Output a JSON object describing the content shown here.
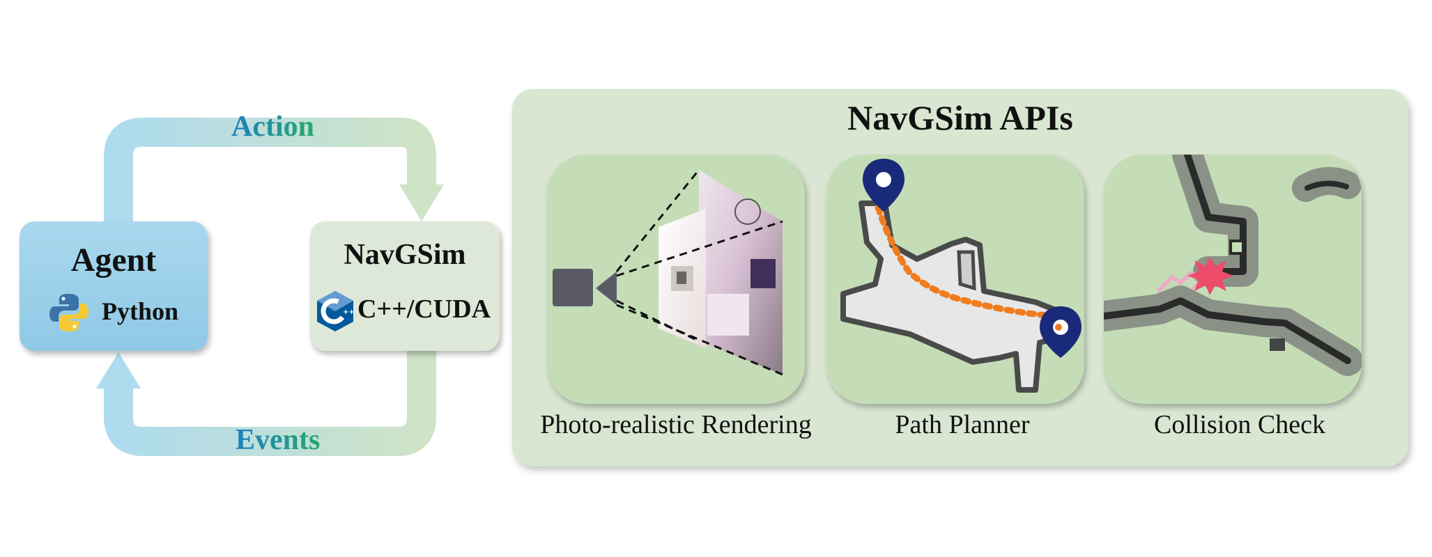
{
  "left": {
    "agent": {
      "title": "Agent",
      "language": "Python",
      "icon": "python-logo-icon"
    },
    "navgsim": {
      "title": "NavGSim",
      "language": "C++/CUDA",
      "icon": "cpp-logo-icon"
    },
    "action_label": "Action",
    "events_label": "Events"
  },
  "apis": {
    "title": "NavGSim APIs",
    "cards": [
      {
        "caption": "Photo-realistic Rendering",
        "icon": "camera-frustum-icon"
      },
      {
        "caption": "Path Planner",
        "icon": "map-pin-icon"
      },
      {
        "caption": "Collision Check",
        "icon": "collision-burst-icon"
      }
    ]
  },
  "colors": {
    "agent_box": "#9fd2ea",
    "navgsim_box": "#dde8d8",
    "panel": "#d8e6d2",
    "card": "#c4ddb6",
    "loop_blue": "#aedbee",
    "loop_green": "#cfe3c6",
    "path_dots": "#f07c1e",
    "pin": "#1a2a7a",
    "collision": "#ee4c6b"
  }
}
